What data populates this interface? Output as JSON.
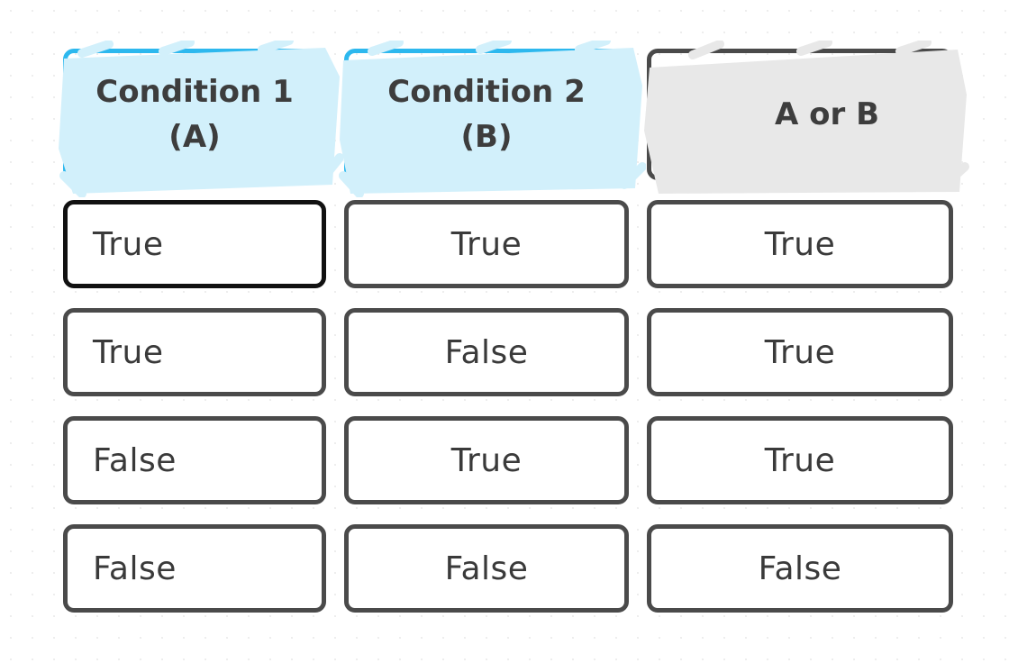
{
  "colors": {
    "header_blue_fill": "#d2f0fb",
    "header_blue_border": "#2db8ee",
    "header_gray_fill": "#e8e8e8",
    "cell_border": "#4a4a4a",
    "selected_border": "#111111",
    "text": "#3a3a3a"
  },
  "headers": {
    "a_line1": "Condition 1",
    "a_line2": "(A)",
    "b_line1": "Condition 2",
    "b_line2": "(B)",
    "result": "A or B"
  },
  "rows": [
    {
      "a": "True",
      "b": "True",
      "result": "True"
    },
    {
      "a": "True",
      "b": "False",
      "result": "True"
    },
    {
      "a": "False",
      "b": "True",
      "result": "True"
    },
    {
      "a": "False",
      "b": "False",
      "result": "False"
    }
  ]
}
